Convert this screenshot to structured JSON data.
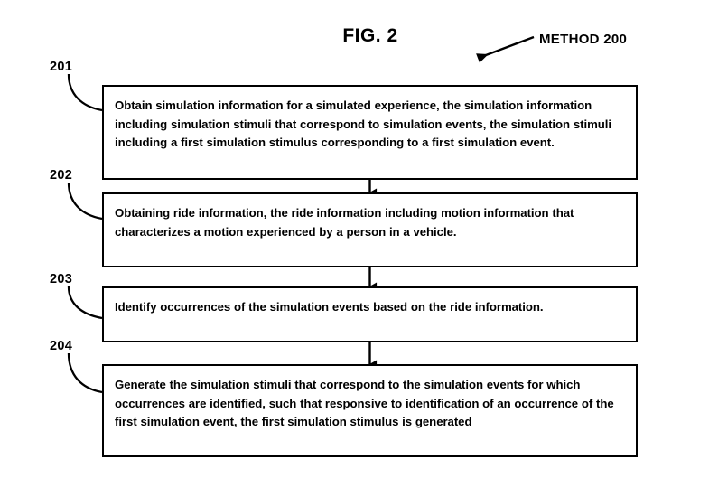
{
  "figure": {
    "title": "FIG. 2",
    "method_label": "METHOD 200",
    "background_color": "#ffffff",
    "line_color": "#000000"
  },
  "flowchart": {
    "type": "vertical-flowchart",
    "steps": [
      {
        "ref": "201",
        "text": "Obtain simulation information for a simulated experience, the simulation information including simulation stimuli that correspond to simulation events, the simulation stimuli including a first simulation stimulus corresponding to a first simulation event."
      },
      {
        "ref": "202",
        "text": "Obtaining ride information, the ride information including motion information that characterizes a motion experienced by a person in a vehicle."
      },
      {
        "ref": "203",
        "text": "Identify occurrences of the simulation events based on the ride information."
      },
      {
        "ref": "204",
        "text": "Generate the simulation stimuli that correspond to the simulation events for which occurrences are identified, such that responsive to identification of an occurrence of the first simulation event, the first simulation stimulus is generated"
      }
    ]
  }
}
